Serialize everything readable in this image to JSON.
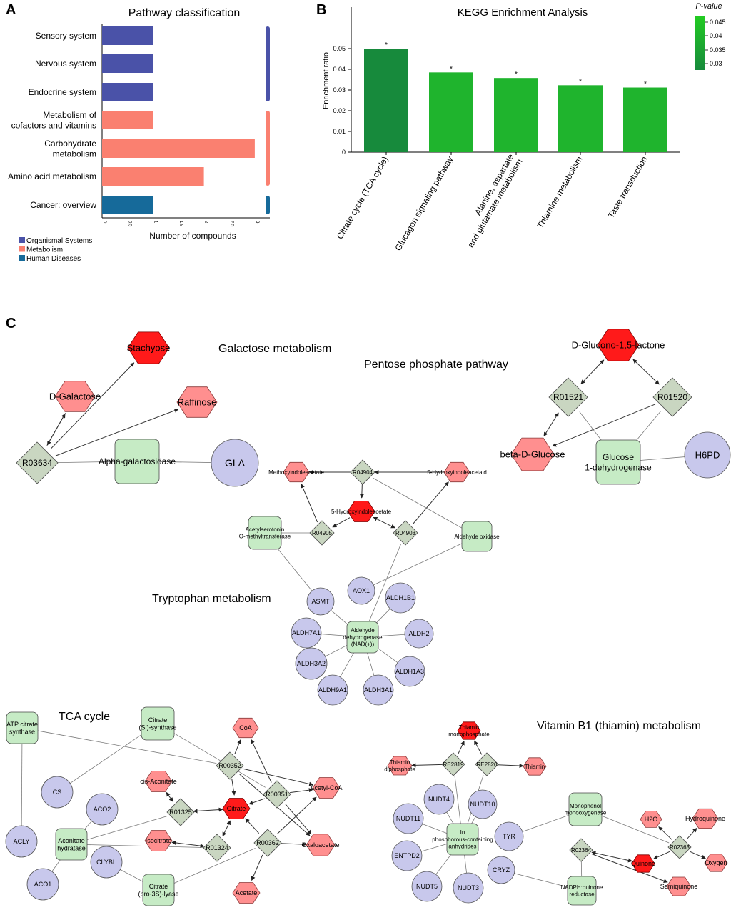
{
  "panels": {
    "a": "A",
    "b": "B",
    "c": "C"
  },
  "chart_a": {
    "type": "bar",
    "title": "Pathway classification",
    "xlabel": "Number of compounds",
    "categories": [
      "Sensory system",
      "Nervous system",
      "Endocrine system",
      "Metabolism of|cofactors and vitamins",
      "Carbohydrate|metabolism",
      "Amino acid metabolism",
      "Cancer: overview"
    ],
    "values": [
      1,
      1,
      1,
      1,
      3,
      2,
      1
    ],
    "groups": [
      0,
      0,
      0,
      1,
      1,
      1,
      2
    ],
    "xticks": [
      "0",
      "0.5",
      "1",
      "1.5",
      "2",
      "2.5",
      "3"
    ],
    "xlim": [
      0,
      3.2
    ],
    "legend": [
      {
        "name": "Organismal Systems",
        "color": "#4a52a8"
      },
      {
        "name": "Metabolism",
        "color": "#fa8070"
      },
      {
        "name": "Human Diseases",
        "color": "#166a9a"
      }
    ]
  },
  "chart_data": {
    "type": "bar",
    "title": "KEGG Enrichment Analysis",
    "xlabel": "",
    "ylabel": "Enrichment ratio",
    "categories": [
      "Citrate cycle (TCA cycle)",
      "Glucagon signaling pathway",
      "Alanine, aspartate|and glutamate metabolism",
      "Thiamine metabolism",
      "Taste transduction"
    ],
    "values": [
      0.05,
      0.0385,
      0.0358,
      0.0323,
      0.0312
    ],
    "colors": [
      "#178a3c",
      "#1fb42d",
      "#1fb42d",
      "#1fb42d",
      "#1fb42d"
    ],
    "significance": [
      "*",
      "*",
      "*",
      "*",
      "*"
    ],
    "ylim": [
      0,
      0.057
    ],
    "yticks": [
      "0",
      "0.01",
      "0.02",
      "0.03",
      "0.04",
      "0.05"
    ],
    "colorbar": {
      "label": "P-value",
      "ticks": [
        "0.045",
        "0.04",
        "0.035",
        "0.03"
      ],
      "low_color": "#178a3c",
      "high_color": "#22cc22"
    }
  },
  "network": {
    "titles": {
      "galactose": "Galactose metabolism",
      "pentose": "Pentose phosphate pathway",
      "tryptophan": "Tryptophan metabolism",
      "tca": "TCA cycle",
      "vitb1": "Vitamin B1 (thiamin) metabolism"
    },
    "nodes": {
      "stachyose": "Stachyose",
      "dgalactose": "D-Galactose",
      "raffinose": "Raffinose",
      "r03634": "R03634",
      "alphagal": "Alpha-galactosidase",
      "gla": "GLA",
      "glucono": "D-Glucono-1,5-lactone",
      "r01521": "R01521",
      "r01520": "R01520",
      "betaglc": "beta-D-Glucose",
      "glucdh": "Glucose|1-dehydrogenase",
      "h6pd": "H6PD",
      "methoxy": "Methoxyindoleacetate",
      "r04904": "R04904",
      "hydroxyald": "5-Hydroxyindoleacetald",
      "hydroxyacet": "5-Hydroxyindoleacetate",
      "asmt_enz": "Acetylserotonin|O-methyltransferase",
      "r04905": "R04905",
      "r04903": "R04903",
      "aldox": "Aldehyde oxidase",
      "asmt": "ASMT",
      "aox1": "AOX1",
      "aldh1b1": "ALDH1B1",
      "aldh7a1": "ALDH7A1",
      "aldhnad": "Aldehyde|dehydrogenase|(NAD(+))",
      "aldh2": "ALDH2",
      "aldh3a2": "ALDH3A2",
      "aldh1a3": "ALDH1A3",
      "aldh9a1": "ALDH9A1",
      "aldh3a1": "ALDH3A1",
      "atpcs": "ATP citrate|synthase",
      "sicit": "Citrate|(Si)-synthase",
      "coa": "CoA",
      "r00352": "R00352",
      "cisacon": "cis-Aconitate",
      "r00351": "R00351",
      "acetylcoa": "Acetyl-CoA",
      "cs": "CS",
      "aco2": "ACO2",
      "r01325": "R01325",
      "citrate": "Citrate",
      "acly": "ACLY",
      "aconhyd": "Aconitate|hydratase",
      "isocit": "Isocitrate",
      "r01324": "R01324",
      "r00362": "R00362",
      "oxalo": "Oxaloacetate",
      "aco1": "ACO1",
      "clybl": "CLYBL",
      "procit": "Citrate|(pro-3S)-lyase",
      "acetate": "Acetate",
      "thmp": "Thiamin|monophosphate",
      "thdp": "Thiamin|diphosphate",
      "re2819": "RE2819",
      "re2820": "RE2820",
      "thiamin": "Thiamin",
      "nudt4": "NUDT4",
      "nudt10": "NUDT10",
      "nudt11": "NUDT11",
      "inphos": "In|phosphorous-containing|anhydrides",
      "entpd2": "ENTPD2",
      "nudt5": "NUDT5",
      "nudt3": "NUDT3",
      "tyr": "TYR",
      "cryz": "CRYZ",
      "monophen": "Monophenol|monooxygenase",
      "h2o": "H2O",
      "hydroquinone": "Hydroquinone",
      "r02363": "R02363",
      "oxygen": "Oxygen",
      "r02364": "R02364",
      "quinone": "Quinone",
      "semiquinone": "Semiquinone",
      "nadph": "NADPH:quinone|reductase"
    }
  }
}
